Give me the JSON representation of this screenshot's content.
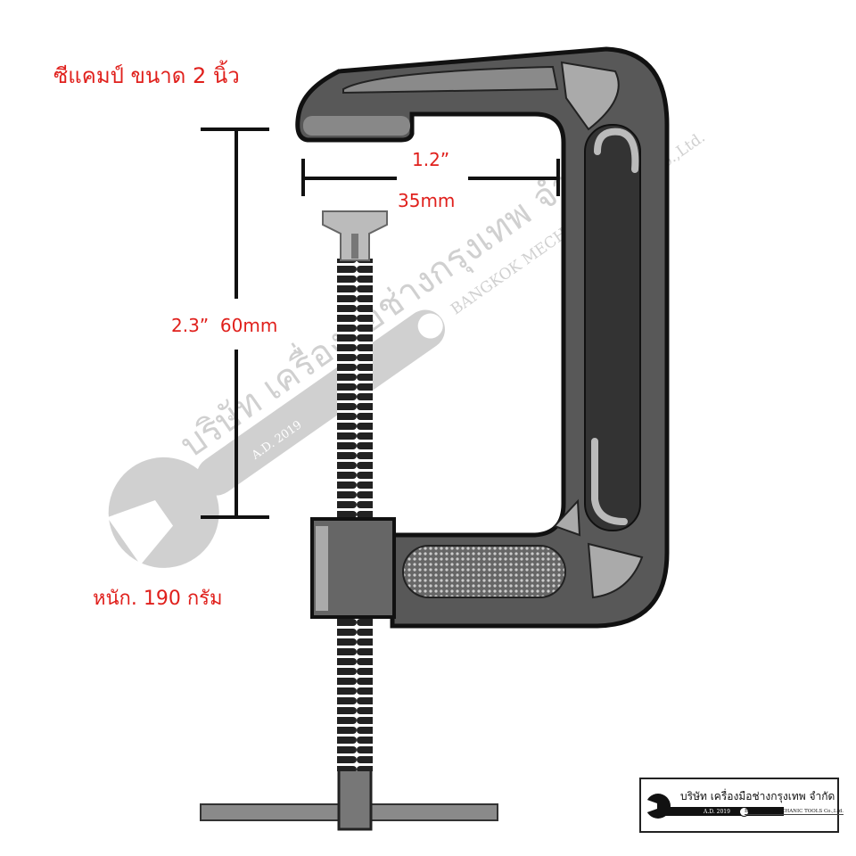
{
  "title": "ซีแคมป์ ขนาด 2 นิ้ว",
  "dimensions": {
    "opening_width_in": "1.2”",
    "opening_width_mm": "35mm",
    "throat_depth": "2.3”  60mm"
  },
  "weight": "หนัก. 190 กรัม",
  "watermark": {
    "company_th": "บริษัท เครื่องมือช่างกรุงเทพ จำกัด",
    "year": "A.D. 2019",
    "company_en": "BANGKOK MECHANIC TOOLS Co.,Ltd."
  },
  "logo": {
    "company_th": "บริษัท เครื่องมือช่างกรุงเทพ จำกัด",
    "year": "A.D. 2019",
    "company_en": "BANGKOK MECHANIC TOOLS Co.,Ltd."
  },
  "colors": {
    "text_red": "#e0201c",
    "frame": "#555555",
    "outline": "#111111"
  }
}
